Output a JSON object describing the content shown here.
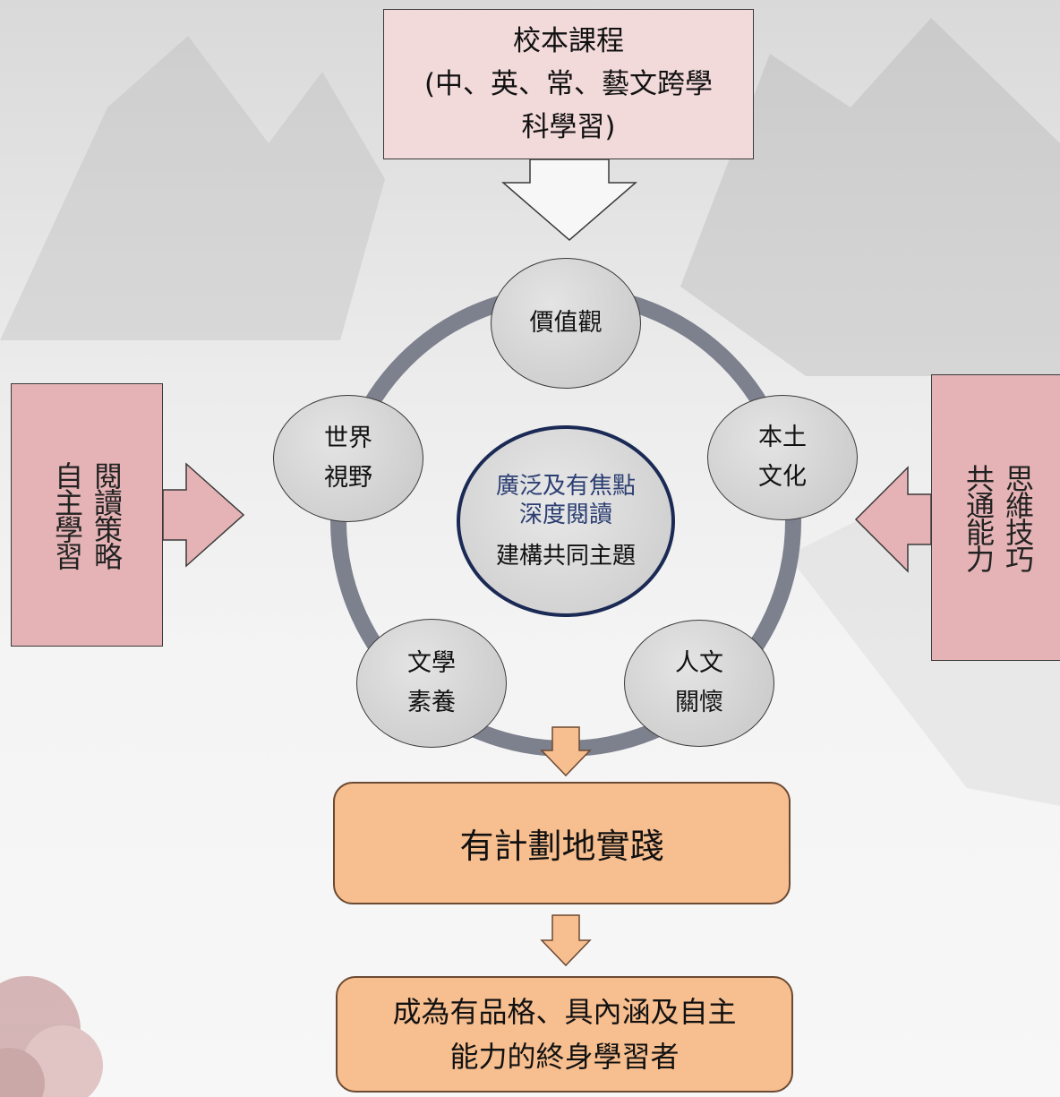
{
  "top_box": {
    "text": "校本課程\n(中、英、常、藝文跨學\n科學習)"
  },
  "left_box": {
    "col1": "閱讀策略",
    "col2": "自主學習"
  },
  "right_box": {
    "col1": "思維技巧",
    "col2": "共通能力"
  },
  "circles": {
    "values": "價值觀",
    "local_culture": "本土\n文化",
    "humanistic_care": "人文\n關懷",
    "literary_literacy": "文學\n素養",
    "world_vision": "世界\n視野"
  },
  "center": {
    "line1": "廣泛及有焦點深度閱讀",
    "line2": "建構共同主題"
  },
  "practice": "有計劃地實踐",
  "goal": "成為有品格、具內涵及自主\n能力的終身學習者",
  "colors": {
    "pink_light": "#f2d9da",
    "pink_side": "#e5b3b5",
    "orange": "#f7be8f",
    "ring": "#7d808d",
    "center_border": "#1b2a55"
  }
}
